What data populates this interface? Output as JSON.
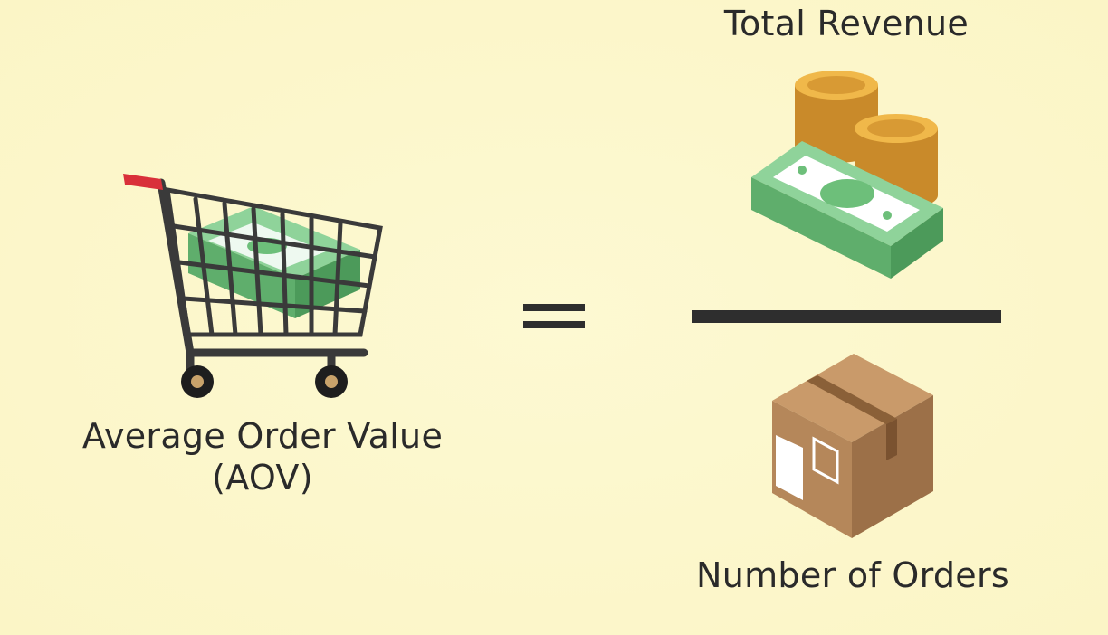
{
  "formula": {
    "left_label_line1": "Average Order Value",
    "left_label_line2": "(AOV)",
    "numerator_label": "Total Revenue",
    "denominator_label": "Number of Orders"
  },
  "icons": {
    "left": "shopping-cart-icon",
    "numerator": "money-coins-icon",
    "denominator": "cardboard-box-icon"
  },
  "colors": {
    "background": "#fdf8cc",
    "text": "#2a2a2a",
    "cash": "#6dbf7a",
    "coins": "#e0a63a",
    "box": "#b5875a",
    "cart_handle": "#d9303a"
  }
}
